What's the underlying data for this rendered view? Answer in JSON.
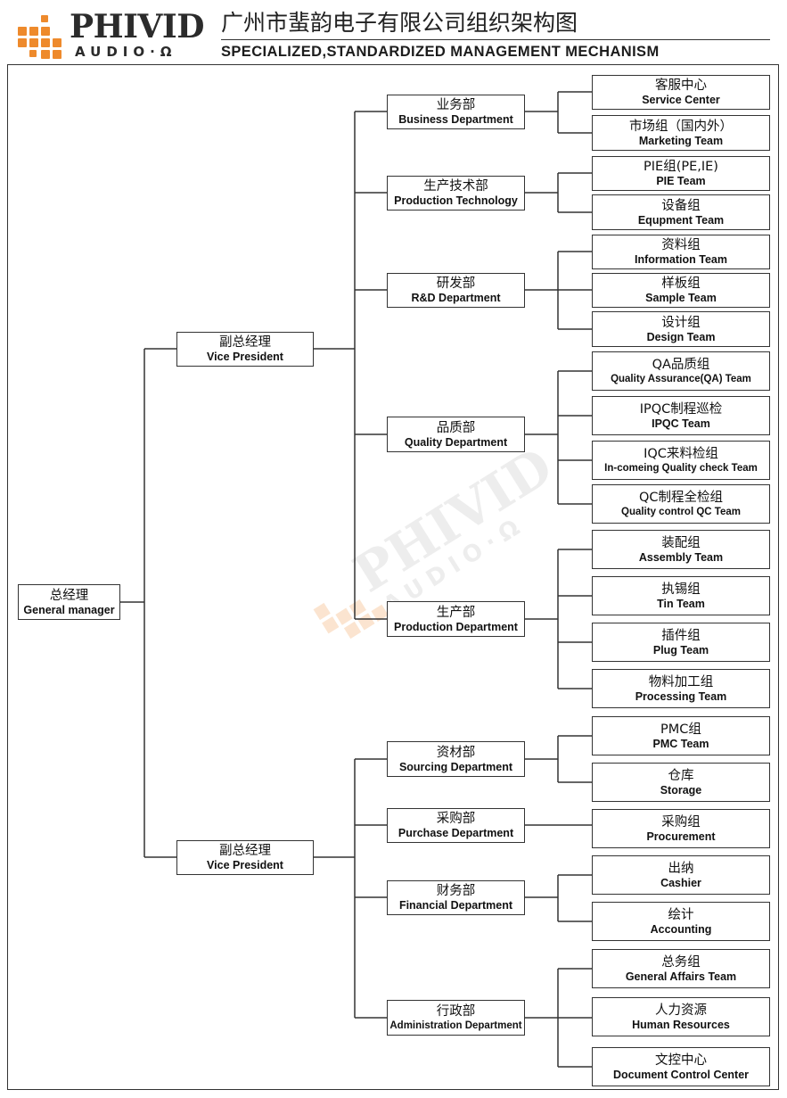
{
  "header": {
    "logo_word": "PHIVID",
    "logo_sub": "AUDIO·Ω",
    "title_cn": "广州市蜚韵电子有限公司组织架构图",
    "title_en": "SPECIALIZED,STANDARDIZED MANAGEMENT MECHANISM"
  },
  "colors": {
    "line": "#333333",
    "logo_orange": "#ee8a2c",
    "text": "#111111"
  },
  "org": {
    "gm": {
      "cn": "总经理",
      "en": "General manager"
    },
    "vp1": {
      "cn": "副总经理",
      "en": "Vice President"
    },
    "vp2": {
      "cn": "副总经理",
      "en": "Vice President"
    },
    "departments": [
      {
        "cn": "业务部",
        "en": "Business Department"
      },
      {
        "cn": "生产技术部",
        "en": "Production Technology"
      },
      {
        "cn": "研发部",
        "en": "R&D Department"
      },
      {
        "cn": "品质部",
        "en": "Quality Department"
      },
      {
        "cn": "生产部",
        "en": "Production Department"
      },
      {
        "cn": "资材部",
        "en": "Sourcing Department"
      },
      {
        "cn": "采购部",
        "en": "Purchase Department"
      },
      {
        "cn": "财务部",
        "en": "Financial Department"
      },
      {
        "cn": "行政部",
        "en": "Administration Department"
      }
    ],
    "teams": [
      {
        "cn": "客服中心",
        "en": "Service Center"
      },
      {
        "cn": "市场组（国内外）",
        "en": "Marketing Team"
      },
      {
        "cn": "PIE组(PE,IE)",
        "en": "PIE Team"
      },
      {
        "cn": "设备组",
        "en": "Equpment Team"
      },
      {
        "cn": "资料组",
        "en": "Information Team"
      },
      {
        "cn": "样板组",
        "en": "Sample Team"
      },
      {
        "cn": "设计组",
        "en": "Design Team"
      },
      {
        "cn": "QA品质组",
        "en": "Quality Assurance(QA) Team"
      },
      {
        "cn": "IPQC制程巡检",
        "en": "IPQC Team"
      },
      {
        "cn": "IQC来料检组",
        "en": "In-comeing Quality check Team"
      },
      {
        "cn": "QC制程全检组",
        "en": "Quality control QC Team"
      },
      {
        "cn": "装配组",
        "en": "Assembly Team"
      },
      {
        "cn": "执锡组",
        "en": "Tin Team"
      },
      {
        "cn": "插件组",
        "en": "Plug Team"
      },
      {
        "cn": "物料加工组",
        "en": "Processing Team"
      },
      {
        "cn": "PMC组",
        "en": "PMC Team"
      },
      {
        "cn": "仓库",
        "en": "Storage"
      },
      {
        "cn": "采购组",
        "en": "Procurement"
      },
      {
        "cn": "出纳",
        "en": "Cashier"
      },
      {
        "cn": "绘计",
        "en": "Accounting"
      },
      {
        "cn": "总务组",
        "en": "General Affairs Team"
      },
      {
        "cn": "人力资源",
        "en": "Human Resources"
      },
      {
        "cn": "文控中心",
        "en": "Document Control Center"
      }
    ]
  }
}
